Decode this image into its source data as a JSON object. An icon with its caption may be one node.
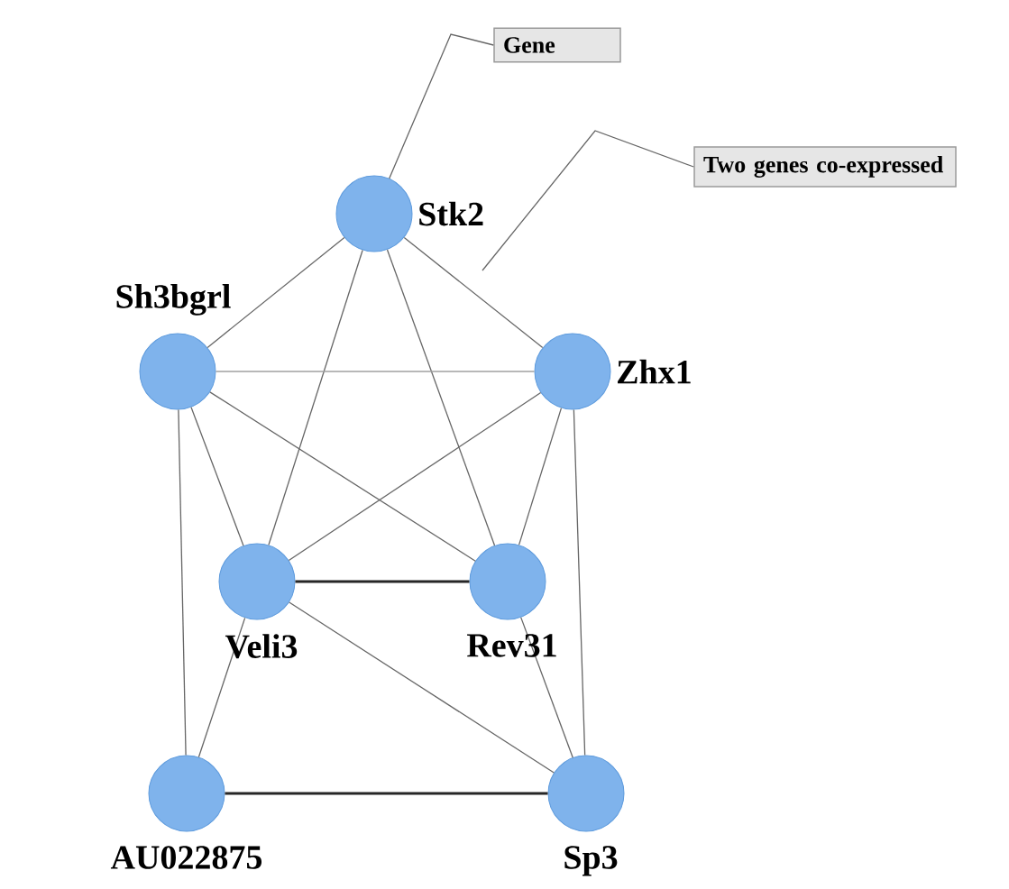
{
  "diagram": {
    "nodes": [
      {
        "text": [
          "Gene"
        ]
      },
      {
        "text": [
          "Two genes co-expressed"
        ]
      },
      {
        "text": [],
        "shape": "circle",
        "beside": [
          "Stk2"
        ]
      },
      {
        "text": [],
        "shape": "circle",
        "beside": [
          "Sh3bgrl"
        ]
      },
      {
        "text": [],
        "shape": "circle",
        "beside": [
          "Zhx1"
        ]
      },
      {
        "text": [],
        "shape": "circle",
        "beside": [
          "Veli3"
        ]
      },
      {
        "text": [],
        "shape": "circle",
        "beside": [
          "Rev31"
        ]
      },
      {
        "text": [],
        "shape": "circle",
        "beside": [
          "AU022875"
        ]
      },
      {
        "text": [],
        "shape": "circle",
        "beside": [
          "Sp3"
        ]
      }
    ],
    "edges": [
      {
        "from": 0,
        "to": 2,
        "arrow": "none"
      },
      {
        "from": 1,
        "to": null,
        "arrow": "none"
      },
      {
        "from": 2,
        "to": 3,
        "arrow": "none"
      },
      {
        "from": 2,
        "to": 5,
        "arrow": "none"
      },
      {
        "from": 2,
        "to": 6,
        "arrow": "none"
      },
      {
        "from": 2,
        "to": 4,
        "arrow": "none"
      },
      {
        "from": 3,
        "to": 4,
        "arrow": "none",
        "color": "#a0a0a0"
      },
      {
        "from": 3,
        "to": 5,
        "arrow": "none"
      },
      {
        "from": 3,
        "to": 6,
        "arrow": "none"
      },
      {
        "from": 3,
        "to": 7,
        "arrow": "none"
      },
      {
        "from": 4,
        "to": 5,
        "arrow": "none"
      },
      {
        "from": 4,
        "to": 6,
        "arrow": "none"
      },
      {
        "from": 4,
        "to": 8,
        "arrow": "none"
      },
      {
        "from": 5,
        "to": 6,
        "arrow": "none",
        "style": "thick"
      },
      {
        "from": 5,
        "to": 7,
        "arrow": "none"
      },
      {
        "from": 5,
        "to": 8,
        "arrow": "none"
      },
      {
        "from": 6,
        "to": 8,
        "arrow": "none"
      },
      {
        "from": 7,
        "to": 8,
        "arrow": "none",
        "style": "thick"
      }
    ]
  }
}
